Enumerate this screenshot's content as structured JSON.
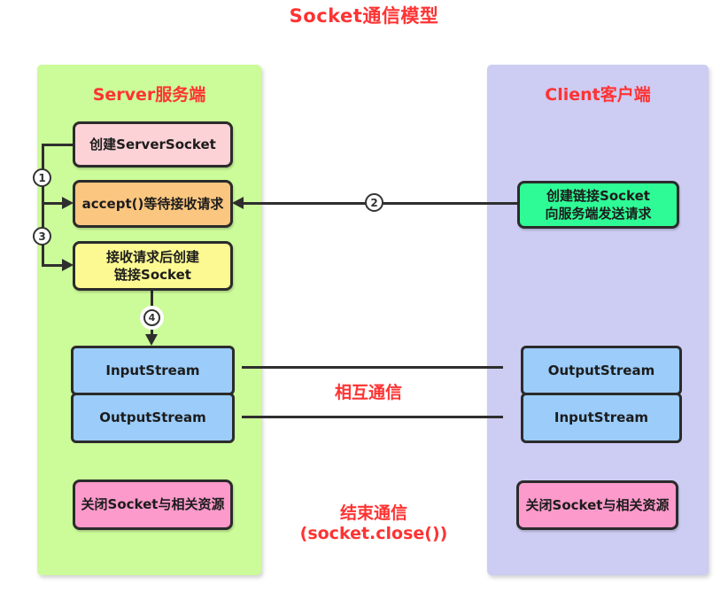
{
  "title": "Socket通信模型",
  "server": {
    "title": "Server服务端",
    "boxes": {
      "create_server_socket": "创建ServerSocket",
      "accept": "accept()等待接收请求",
      "create_link_socket": "接收请求后创建\n链接Socket",
      "input_stream": "InputStream",
      "output_stream": "OutputStream",
      "close": "关闭Socket与相关资源"
    }
  },
  "client": {
    "title": "Client客户端",
    "boxes": {
      "create_socket": "创建链接Socket\n向服务端发送请求",
      "output_stream": "OutputStream",
      "input_stream": "InputStream",
      "close": "关闭Socket与相关资源"
    }
  },
  "labels": {
    "mutual_comm": "相互通信",
    "end_comm": "结束通信(socket.close())"
  },
  "steps": {
    "s1": "1",
    "s2": "2",
    "s3": "3",
    "s4": "4"
  },
  "colors": {
    "accent_red": "#fe3333",
    "server_panel_bg": "#ccfb99",
    "client_panel_bg": "#cdccf3",
    "pink_box": "#fcd2d7",
    "orange_box": "#fbc67f",
    "yellow_box": "#fcf992",
    "blue_box": "#9bccfa",
    "green_box": "#2efb96",
    "magenta_box": "#fb9acb",
    "line": "#2e2e2e"
  }
}
